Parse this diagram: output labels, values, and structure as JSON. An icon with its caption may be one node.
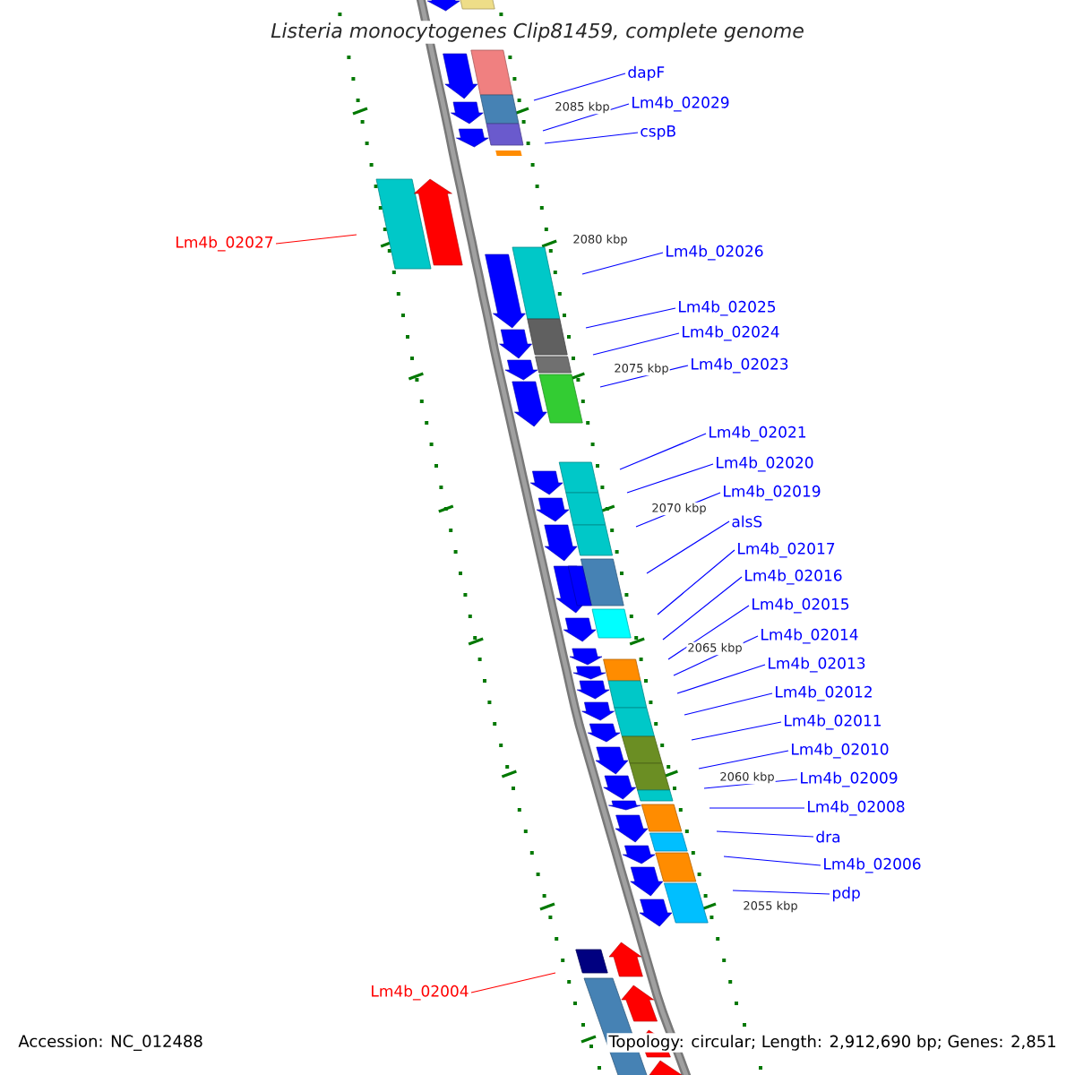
{
  "diagram": {
    "title": "Listeria monocytogenes Clip81459, complete genome",
    "nodes": [
      {
        "text": [
          "dapF"
        ]
      },
      {
        "text": [
          "Lm4b_02029"
        ]
      },
      {
        "text": [
          "cspB"
        ]
      },
      {
        "text": [
          "Lm4b_02027"
        ]
      },
      {
        "text": [
          "Lm4b_02026"
        ]
      },
      {
        "text": [
          "Lm4b_02025"
        ]
      },
      {
        "text": [
          "Lm4b_02024"
        ]
      },
      {
        "text": [
          "Lm4b_02023"
        ]
      },
      {
        "text": [
          "Lm4b_02021"
        ]
      },
      {
        "text": [
          "Lm4b_02020"
        ]
      },
      {
        "text": [
          "Lm4b_02019"
        ]
      },
      {
        "text": [
          "alsS"
        ]
      },
      {
        "text": [
          "Lm4b_02017"
        ]
      },
      {
        "text": [
          "Lm4b_02016"
        ]
      },
      {
        "text": [
          "Lm4b_02015"
        ]
      },
      {
        "text": [
          "Lm4b_02014"
        ]
      },
      {
        "text": [
          "Lm4b_02013"
        ]
      },
      {
        "text": [
          "Lm4b_02012"
        ]
      },
      {
        "text": [
          "Lm4b_02011"
        ]
      },
      {
        "text": [
          "Lm4b_02010"
        ]
      },
      {
        "text": [
          "Lm4b_02009"
        ]
      },
      {
        "text": [
          "Lm4b_02008"
        ]
      },
      {
        "text": [
          "dra"
        ]
      },
      {
        "text": [
          "Lm4b_02006"
        ]
      },
      {
        "text": [
          "pdp"
        ]
      },
      {
        "text": [
          "Lm4b_02004"
        ]
      }
    ],
    "edges": [
      {
        "from": 0,
        "to": null,
        "arrow": "none"
      },
      {
        "from": 1,
        "to": null,
        "arrow": "none"
      },
      {
        "from": 2,
        "to": null,
        "arrow": "none"
      },
      {
        "from": 3,
        "to": null,
        "arrow": "none",
        "color": "#ff0000"
      },
      {
        "from": 4,
        "to": null,
        "arrow": "none"
      },
      {
        "from": 5,
        "to": null,
        "arrow": "none"
      },
      {
        "from": 6,
        "to": null,
        "arrow": "none"
      },
      {
        "from": 7,
        "to": null,
        "arrow": "none"
      },
      {
        "from": 8,
        "to": null,
        "arrow": "none"
      },
      {
        "from": 9,
        "to": null,
        "arrow": "none"
      },
      {
        "from": 10,
        "to": null,
        "arrow": "none"
      },
      {
        "from": 11,
        "to": null,
        "arrow": "none"
      },
      {
        "from": 12,
        "to": null,
        "arrow": "none"
      },
      {
        "from": 13,
        "to": null,
        "arrow": "none"
      },
      {
        "from": 14,
        "to": null,
        "arrow": "none"
      },
      {
        "from": 15,
        "to": null,
        "arrow": "none"
      },
      {
        "from": 16,
        "to": null,
        "arrow": "none"
      },
      {
        "from": 17,
        "to": null,
        "arrow": "none"
      },
      {
        "from": 18,
        "to": null,
        "arrow": "none"
      },
      {
        "from": 19,
        "to": null,
        "arrow": "none"
      },
      {
        "from": 20,
        "to": null,
        "arrow": "none"
      },
      {
        "from": 21,
        "to": null,
        "arrow": "none"
      },
      {
        "from": 22,
        "to": null,
        "arrow": "none"
      },
      {
        "from": 23,
        "to": null,
        "arrow": "none"
      },
      {
        "from": 24,
        "to": null,
        "arrow": "none"
      },
      {
        "from": 25,
        "to": null,
        "arrow": "none",
        "color": "#ff0000"
      }
    ],
    "labels": [
      "2085 kbp",
      "2080 kbp",
      "2075 kbp",
      "2070 kbp",
      "2065 kbp",
      "2060 kbp",
      "2055 kbp",
      "Accession: NC_012488",
      "Topology: circular; Length: 2,912,690 bp; Genes: 2,851"
    ]
  }
}
